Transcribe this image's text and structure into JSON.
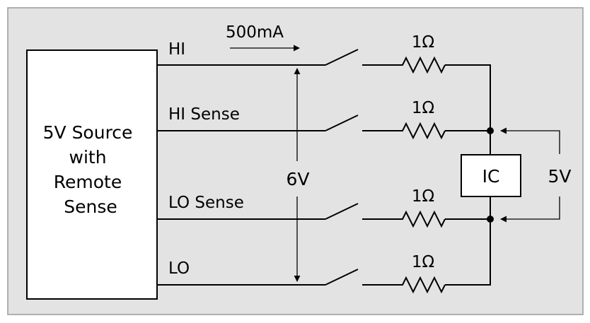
{
  "source": {
    "lines": [
      "5V Source",
      "with",
      "Remote",
      "Sense"
    ]
  },
  "terminals": {
    "hi": "HI",
    "hi_sense": "HI Sense",
    "lo_sense": "LO Sense",
    "lo": "LO"
  },
  "current_label": "500mA",
  "source_voltage_label": "6V",
  "ic_label": "IC",
  "ic_voltage_label": "5V",
  "resistors": [
    {
      "value": "1Ω"
    },
    {
      "value": "1Ω"
    },
    {
      "value": "1Ω"
    },
    {
      "value": "1Ω"
    }
  ],
  "colors": {
    "background": "#e3e3e3",
    "frame": "#9a9a9a",
    "ink": "#000000",
    "box_fill": "#ffffff"
  }
}
